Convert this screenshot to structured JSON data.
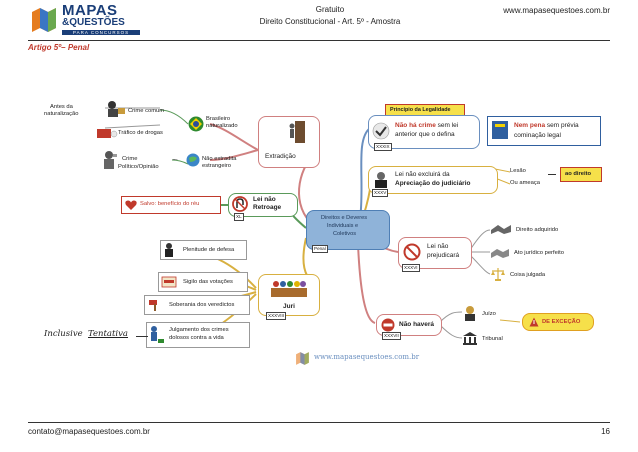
{
  "header": {
    "logo_top": "MAPAS",
    "logo_bottom": "&QUESTÕES",
    "logo_tagline": "PARA CONCURSOS",
    "center_line1": "Gratuito",
    "center_line2": "Direito Constitucional - Art. 5º - Amostra",
    "site": "www.mapasequestoes.com.br"
  },
  "section_title": "Artigo 5º– Penal",
  "footer": {
    "email": "contato@mapasequestoes.com.br",
    "page": "16"
  },
  "map": {
    "center": {
      "line1": "Direitos e Deveres",
      "line2": "Individuais e",
      "line3": "Coletivos",
      "tag": "Penal"
    },
    "extradicao": {
      "title": "Extradição",
      "antes": "Antes da",
      "naturalizacao": "naturalização",
      "crime_comum": "Crime comum",
      "trafico": "Tráfico de drogas",
      "brasileiro": "Brasileiro",
      "naturalizado": "naturalizado",
      "crime": "Crime",
      "politico": "Político/Opinião",
      "nao_extradita": "Não extradita",
      "estrangeiro": "estrangeiro"
    },
    "lei_retroage": {
      "line1": "Lei não",
      "line2": "Retroage",
      "tag": "XL",
      "salvo": "Salvo: benefício do réu"
    },
    "juri": {
      "title": "Juri",
      "tag": "XXXVIII",
      "plenitude": "Plenitude de defesa",
      "sigilo": "Sigilo das votações",
      "soberania": "Soberania dos veredictos",
      "julgamento1": "Julgamento dos crimes",
      "julgamento2": "dolosos contra a vida",
      "inclusive": "Inclusive",
      "tentativa": "Tentativa"
    },
    "legalidade": {
      "principio": "Princípio da Legalidade",
      "nao_ha_crime": "Não há crime",
      "sem_lei": " sem lei",
      "anterior": "anterior que o defina",
      "tag": "XXXIX",
      "nem_pena": "Nem pena",
      "sem_previa": " sem prévia",
      "cominacao": "cominação legal"
    },
    "apreciacao": {
      "line1": "Lei não excluirá  da",
      "line2": "Apreciação do judiciário",
      "tag": "XXXV",
      "lesao": "Lesão",
      "ameaca": "Ou ameaça",
      "direito": "ao direito"
    },
    "prejudicara": {
      "line1": "Lei não",
      "line2": "prejudicará",
      "tag": "XXXVI",
      "direito_adquirido": "Direito adquirido",
      "ato_juridico": "Ato jurídico perfeito",
      "coisa_julgada": "Coisa julgada"
    },
    "nao_havera": {
      "title": "Não haverá",
      "tag": "XXXVII",
      "juizo": "Juízo",
      "tribunal": "Tribunal",
      "excecao": "DE EXCEÇÃO"
    },
    "watermark": "www.mapasequestoes.com.br"
  },
  "colors": {
    "red": "#c0392b",
    "gold": "#e0b400",
    "green": "#2f8a2f",
    "blue": "#2f5f9f",
    "center_bg": "#8fb3d9"
  }
}
